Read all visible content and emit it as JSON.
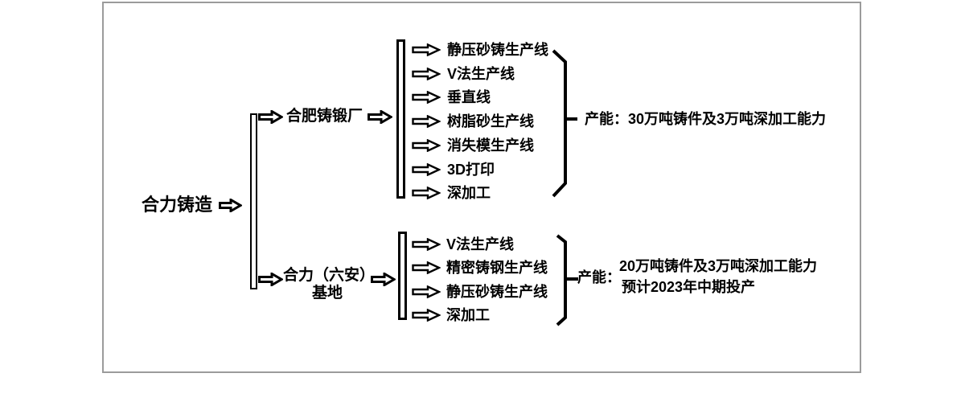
{
  "diagram": {
    "root": "合力铸造",
    "branch1": {
      "label": "合肥铸锻厂",
      "items": [
        "静压砂铸生产线",
        "V法生产线",
        "垂直线",
        "树脂砂生产线",
        "消失模生产线",
        "3D打印",
        "深加工"
      ],
      "capacity": "产能：30万吨铸件及3万吨深加工能力"
    },
    "branch2": {
      "label_line1": "合力（六安）",
      "label_line2": "基地",
      "items": [
        "V法生产线",
        "精密铸钢生产线",
        "静压砂铸生产线",
        "深加工"
      ],
      "capacity_prefix": "产能：",
      "capacity_line1": "20万吨铸件及3万吨深加工能力",
      "capacity_line2": "预计2023年中期投产"
    }
  }
}
